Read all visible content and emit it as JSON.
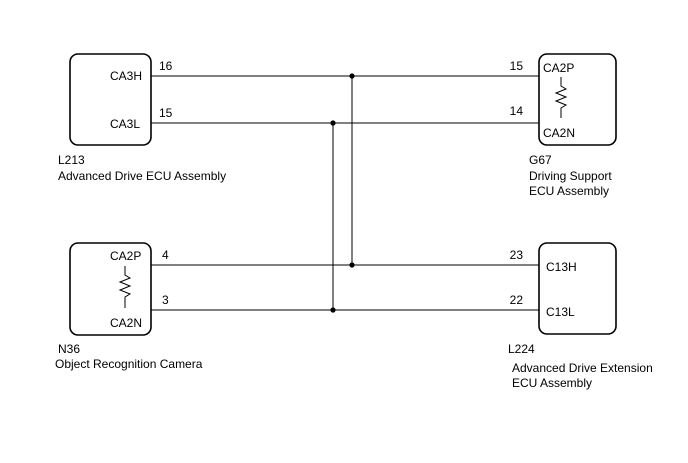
{
  "components": {
    "l213": {
      "id": "L213",
      "name": "Advanced Drive ECU Assembly",
      "pins": {
        "top": "CA3H",
        "bottom": "CA3L"
      },
      "pin_numbers": {
        "top": "16",
        "bottom": "15"
      }
    },
    "g67": {
      "id": "G67",
      "name_line1": "Driving Support",
      "name_line2": "ECU Assembly",
      "pins": {
        "top": "CA2P",
        "bottom": "CA2N"
      },
      "pin_numbers": {
        "top": "15",
        "bottom": "14"
      }
    },
    "n36": {
      "id": "N36",
      "name": "Object Recognition Camera",
      "pins": {
        "top": "CA2P",
        "bottom": "CA2N"
      },
      "pin_numbers": {
        "top": "4",
        "bottom": "3"
      }
    },
    "l224": {
      "id": "L224",
      "name_line1": "Advanced Drive Extension",
      "name_line2": "ECU Assembly",
      "pins": {
        "top": "C13H",
        "bottom": "C13L"
      },
      "pin_numbers": {
        "top": "23",
        "bottom": "22"
      }
    }
  }
}
